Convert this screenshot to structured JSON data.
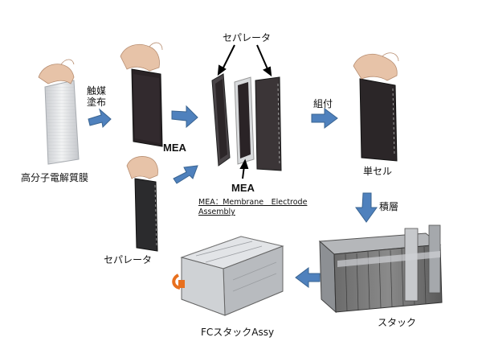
{
  "labels": {
    "membrane": "高分子電解質膜",
    "catalyst_line1": "触媒",
    "catalyst_line2": "塗布",
    "mea_left": "MEA",
    "separator_top": "セパレータ",
    "mea_center": "MEA",
    "mea_def_line1": "MEA：Membrane　Electrode",
    "mea_def_line2": "Assembly",
    "separator_bottom": "セパレータ",
    "assemble": "組付",
    "single_cell": "単セル",
    "stacking": "積層",
    "stack": "スタック",
    "fc_stack_assy": "FCスタックAssy"
  },
  "colors": {
    "arrow_fill": "#4f81bd",
    "arrow_stroke": "#3a6491",
    "sheet_dark": "#2a2326",
    "membrane_sheet": "#d9dcdf",
    "hand": "#e7c3a8",
    "case_metal": "#c9ccd0",
    "connector_orange": "#e8701e"
  }
}
